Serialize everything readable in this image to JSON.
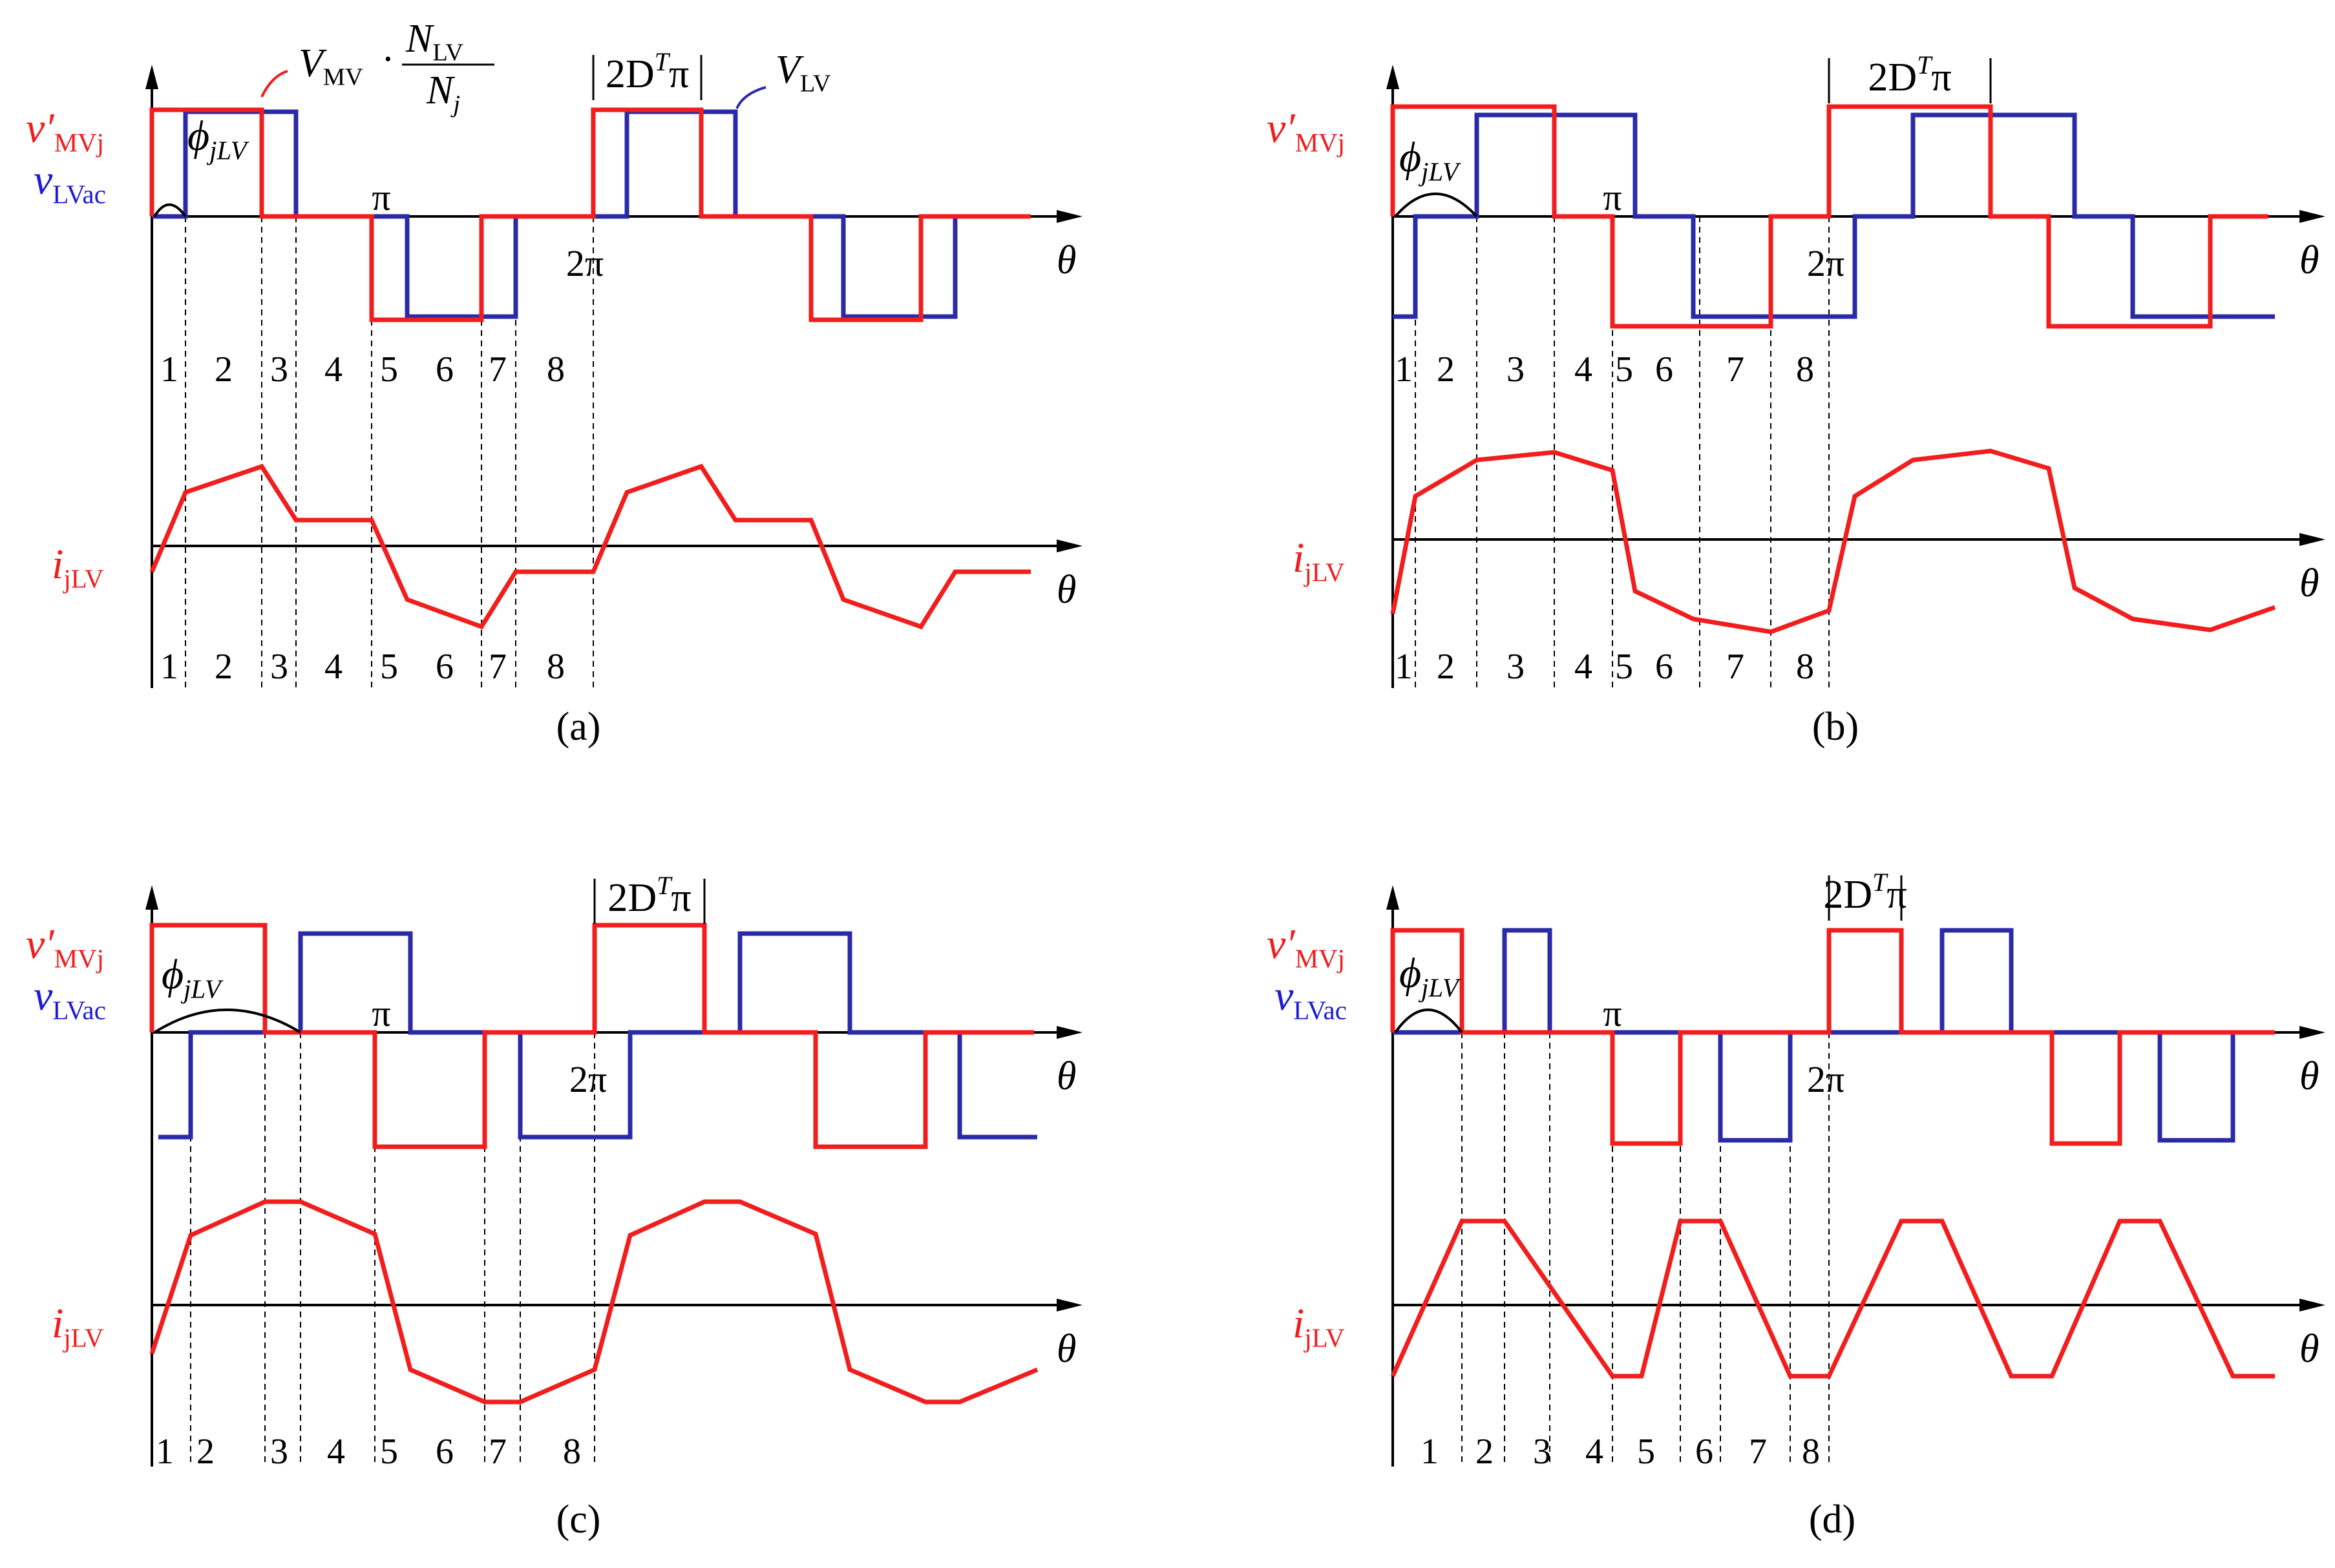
{
  "colors": {
    "red": "#f21d1d",
    "blue": "#2a2aa8",
    "axis": "#000000",
    "label_blue": "#1b1bd6"
  },
  "text": {
    "theta": "θ",
    "pi": "π",
    "two_pi": "2π",
    "v_mv": "v′",
    "v_mv_sub": "MVj",
    "v_lv": "v",
    "v_lv_sub": "LVac",
    "i_lv": "i",
    "i_lv_sub": "jLV",
    "phi": "ϕ",
    "phi_sub": "jLV",
    "two_dt_pi": "2D",
    "two_dt_pi_sup": "T",
    "two_dt_pi_tail": "π",
    "V_LV": "V",
    "V_LV_sub": "LV",
    "formula_V": "V",
    "formula_V_sub": "MV",
    "formula_dot": "·",
    "formula_num": "N",
    "formula_num_sub": "LV",
    "formula_den": "N",
    "formula_den_sub": "j"
  },
  "panels": [
    {
      "id": "a",
      "caption": "(a)",
      "show_vlv_label": true,
      "show_formula": true,
      "show_VLV": true,
      "regions_top": [
        "1",
        "2",
        "3",
        "4",
        "5",
        "6",
        "7",
        "8"
      ],
      "regions_bottom": [
        "1",
        "2",
        "3",
        "4",
        "5",
        "6",
        "7",
        "8"
      ]
    },
    {
      "id": "b",
      "caption": "(b)",
      "show_vlv_label": false,
      "show_formula": false,
      "show_VLV": false,
      "regions_top": [
        "1",
        "2",
        "3",
        "4",
        "5",
        "6",
        "7",
        "8"
      ],
      "regions_bottom": [
        "1",
        "2",
        "3",
        "4",
        "5",
        "6",
        "7",
        "8"
      ]
    },
    {
      "id": "c",
      "caption": "(c)",
      "show_vlv_label": true,
      "show_formula": false,
      "show_VLV": false,
      "regions_top": [],
      "regions_bottom": [
        "1",
        "2",
        "3",
        "4",
        "5",
        "6",
        "7",
        "8"
      ]
    },
    {
      "id": "d",
      "caption": "(d)",
      "show_vlv_label": true,
      "show_formula": false,
      "show_VLV": false,
      "regions_top": [],
      "regions_bottom": [
        "1",
        "2",
        "3",
        "4",
        "5",
        "6",
        "7",
        "8"
      ]
    }
  ]
}
